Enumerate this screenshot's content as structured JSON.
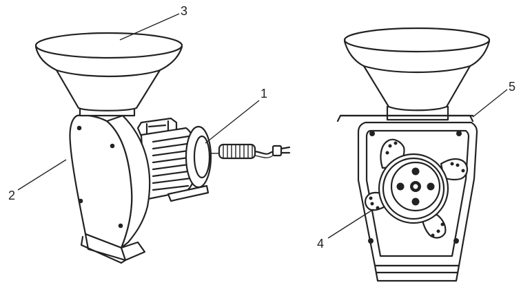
{
  "callouts": {
    "c1": "1",
    "c2": "2",
    "c3": "3",
    "c4": "4",
    "c5": "5"
  },
  "colors": {
    "line": "#222222",
    "background": "#ffffff"
  }
}
